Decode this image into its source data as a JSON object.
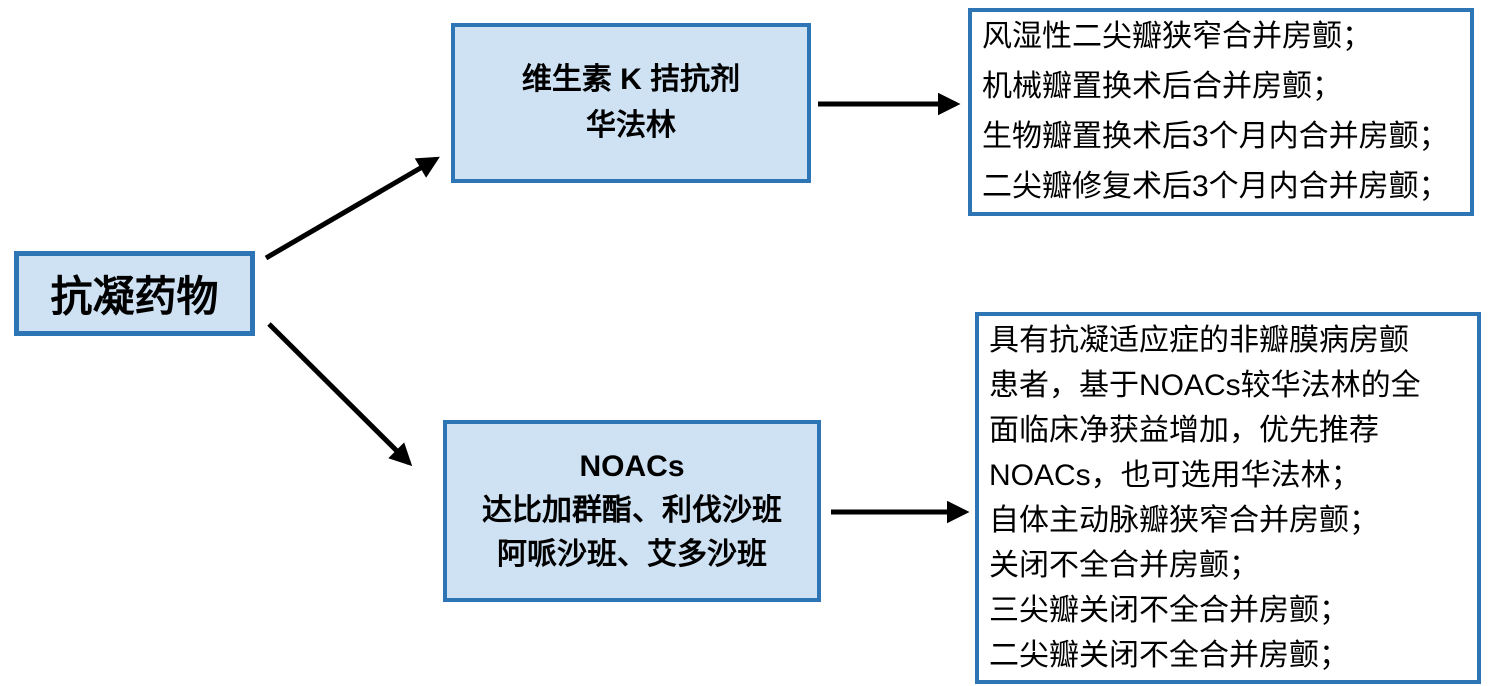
{
  "diagram": {
    "nodes": {
      "root": {
        "label": "抗凝药物"
      },
      "vka": {
        "lines": [
          "维生素 K 拮抗剂",
          "华法林"
        ]
      },
      "vka_indications": {
        "lines": [
          "风湿性二尖瓣狭窄合并房颤；",
          "机械瓣置换术后合并房颤；",
          "生物瓣置换术后3个月内合并房颤；",
          "二尖瓣修复术后3个月内合并房颤；"
        ]
      },
      "noacs": {
        "lines": [
          "NOACs",
          "达比加群酯、利伐沙班",
          "阿哌沙班、艾多沙班"
        ]
      },
      "noacs_indications": {
        "lines": [
          "具有抗凝适应症的非瓣膜病房颤",
          "患者，基于NOACs较华法林的全",
          "面临床净获益增加，优先推荐",
          "NOACs，也可选用华法林；",
          "自体主动脉瓣狭窄合并房颤；",
          "关闭不全合并房颤；",
          "三尖瓣关闭不全合并房颤；",
          "二尖瓣关闭不全合并房颤；"
        ]
      }
    },
    "edges": [
      {
        "from": "root",
        "to": "vka"
      },
      {
        "from": "root",
        "to": "noacs"
      },
      {
        "from": "vka",
        "to": "vka_indications"
      },
      {
        "from": "noacs",
        "to": "noacs_indications"
      }
    ],
    "colors": {
      "node_fill": "#cfe2f3",
      "node_border": "#2e75b6",
      "arrow": "#000000",
      "text": "#000000",
      "background": "#ffffff"
    }
  }
}
